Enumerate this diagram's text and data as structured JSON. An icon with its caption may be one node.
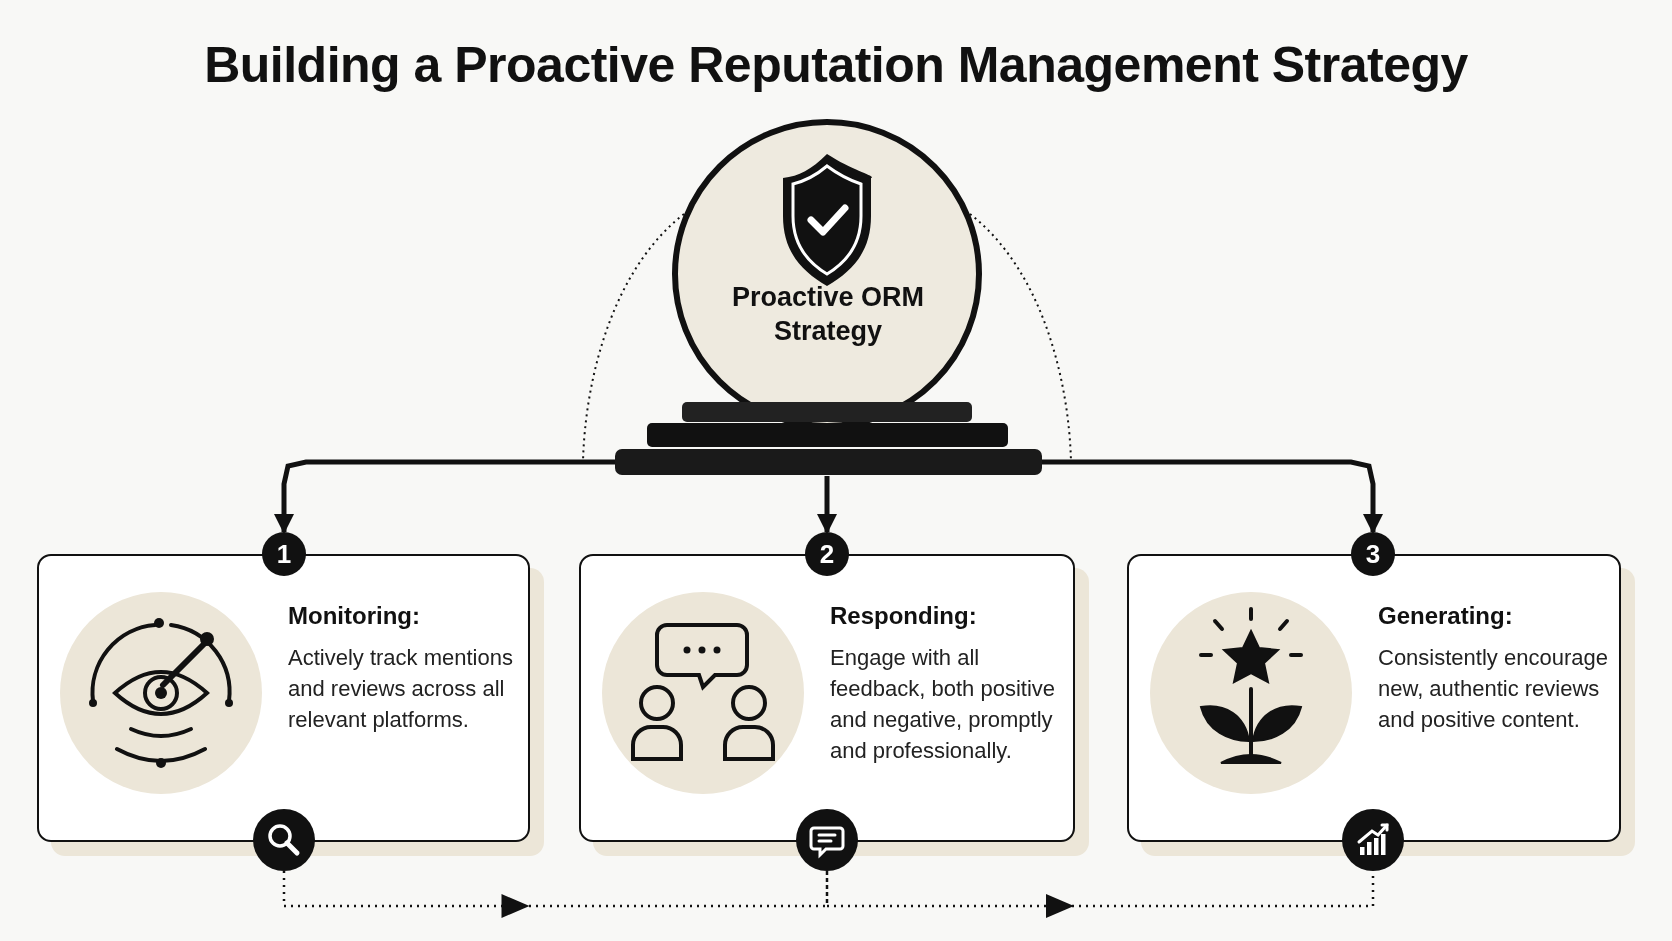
{
  "diagram": {
    "title": "Building a Proactive Reputation Management Strategy",
    "nodes": [
      {
        "text": [
          "Proactive ORM Strategy"
        ]
      },
      {
        "text": [
          "Monitoring:",
          "Actively track mentions and reviews across all relevant platforms."
        ]
      },
      {
        "text": [
          "Responding:",
          "Engage with all feedback, both positive and negative, promptly and professionally."
        ]
      },
      {
        "text": [
          "Generating:",
          "Consistently encourage new, authentic reviews and positive content."
        ]
      },
      {
        "text": [
          "1"
        ]
      },
      {
        "text": [
          "2"
        ]
      },
      {
        "text": [
          "3"
        ]
      },
      {
        "text": [],
        "shape": "circle"
      },
      {
        "text": [],
        "shape": "circle"
      },
      {
        "text": [],
        "shape": "circle"
      }
    ],
    "edges": [
      {
        "from": 0,
        "to": 4,
        "arrow": "to"
      },
      {
        "from": 0,
        "to": 5,
        "arrow": "to"
      },
      {
        "from": 0,
        "to": 6,
        "arrow": "to"
      },
      {
        "from": 7,
        "to": 8,
        "arrow": "to",
        "style": "dashed"
      },
      {
        "from": 8,
        "to": 9,
        "arrow": "to",
        "style": "dashed"
      }
    ]
  }
}
